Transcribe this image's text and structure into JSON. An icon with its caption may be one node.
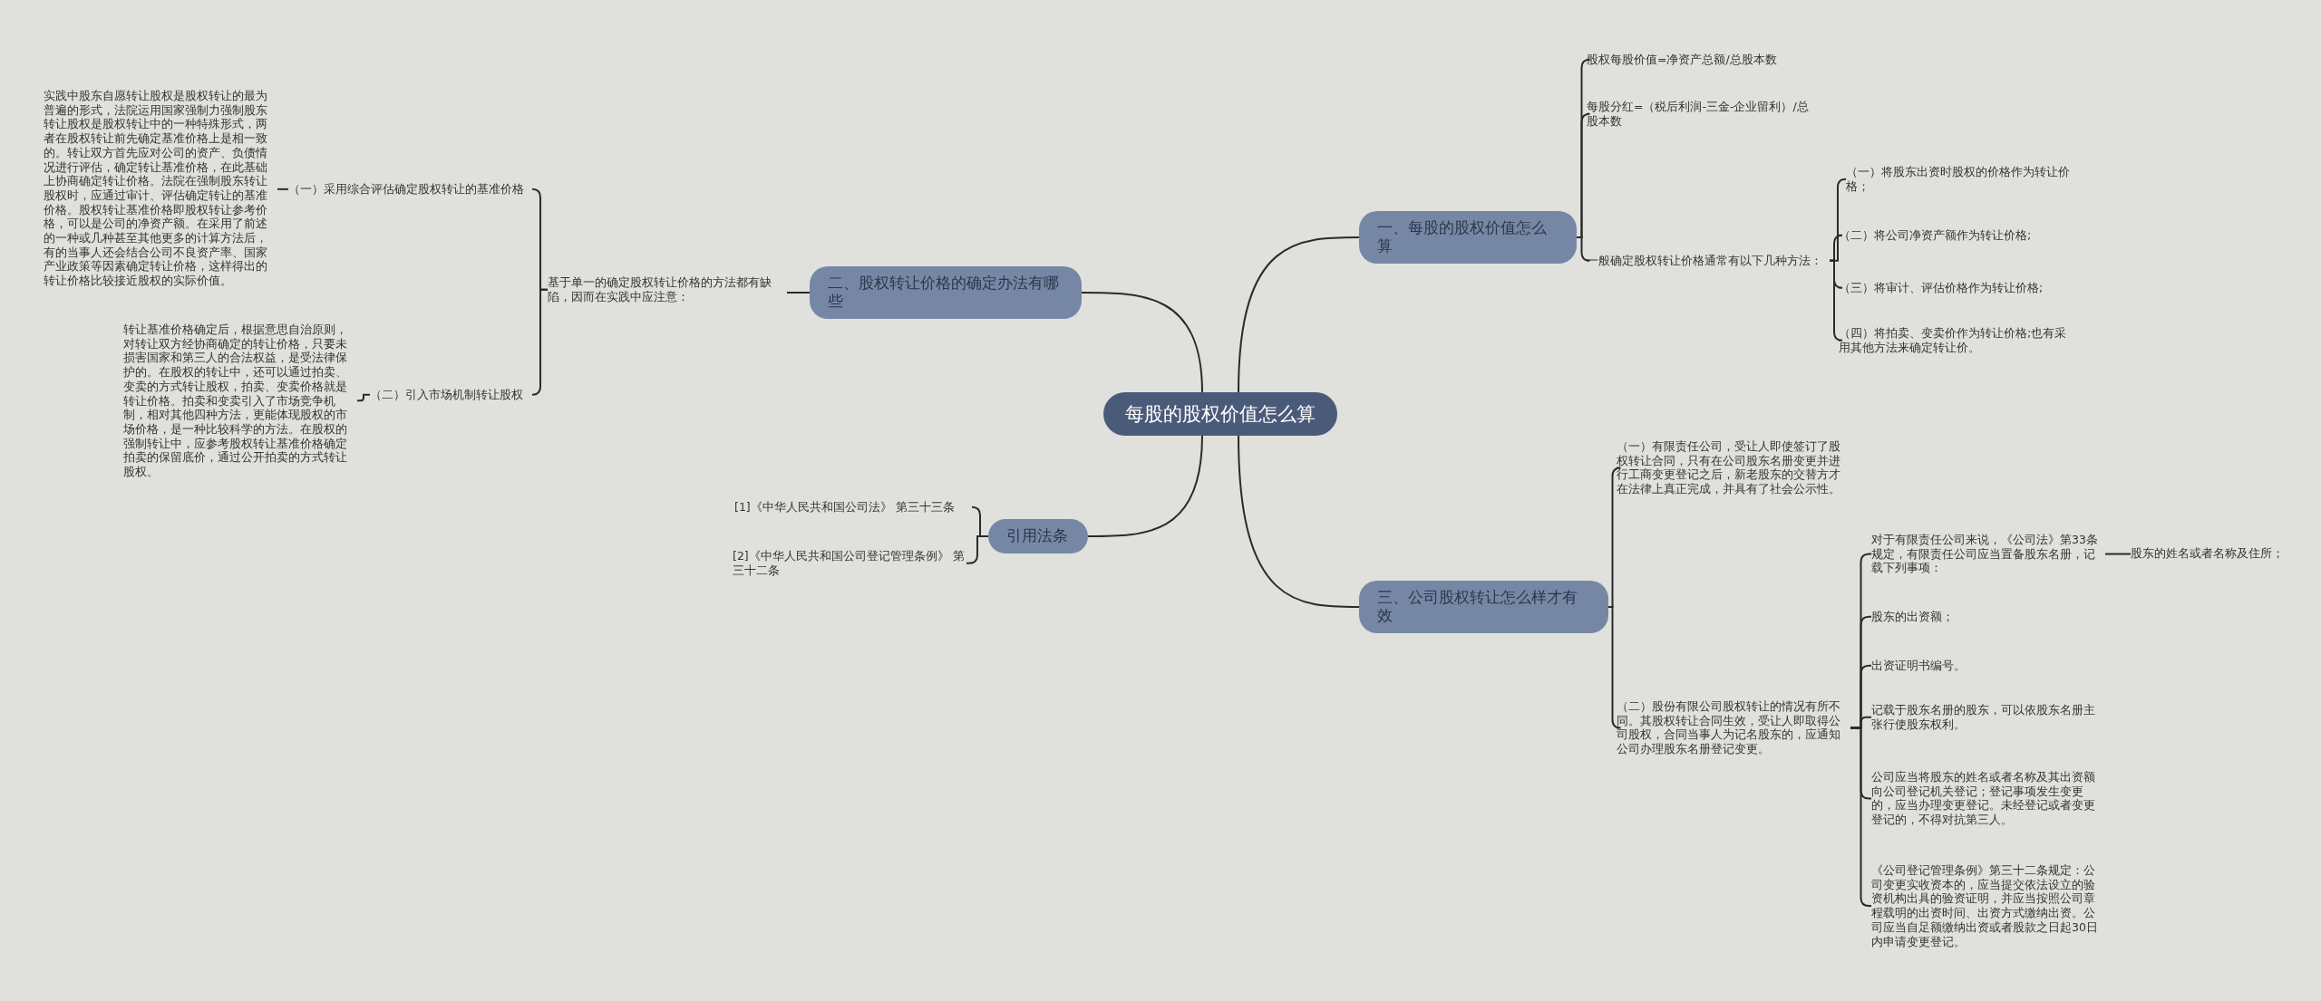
{
  "diagram": {
    "nodes": [
      {
        "text": [
          "每股的股权价值怎么算"
        ]
      },
      {
        "text": [
          "一、每股的股权价值怎么算"
        ]
      },
      {
        "text": [
          "股权每股价值=净资产总额/总股本数"
        ]
      },
      {
        "text": [
          "每股分红=（税后利润-三金-企业留利）/总股本数"
        ]
      },
      {
        "text": [
          "一般确定股权转让价格通常有以下几种方法："
        ]
      },
      {
        "text": [
          "（一）将股东出资时股权的价格作为转让价格；"
        ]
      },
      {
        "text": [
          "（二）将公司净资产额作为转让价格;"
        ]
      },
      {
        "text": [
          "（三）将审计、评估价格作为转让价格;"
        ]
      },
      {
        "text": [
          "（四）将拍卖、变卖价作为转让价格;也有采用其他方法来确定转让价。"
        ]
      },
      {
        "text": [
          "二、股权转让价格的确定办法有哪些"
        ]
      },
      {
        "text": [
          "基于单一的确定股权转让价格的方法都有缺陷，因而在实践中应注意："
        ]
      },
      {
        "text": [
          "（一）采用综合评估确定股权转让的基准价格"
        ]
      },
      {
        "text": [
          "实践中股东自愿转让股权是股权转让的最为普遍的形式，法院运用国家强制力强制股东转让股权是股权转让中的一种特殊形式，两者在股权转让前先确定基准价格上是相一致的。转让双方首先应对公司的资产、负债情况进行评估，确定转让基准价格，在此基础上协商确定转让价格。法院在强制股东转让股权时，应通过审计、评估确定转让的基准价格。股权转让基准价格即股权转让参考价格，可以是公司的净资产额。在采用了前述的一种或几种甚至其他更多的计算方法后，有的当事人还会结合公司不良资产率、国家产业政策等因素确定转让价格，这样得出的转让价格比较接近股权的实际价值。"
        ]
      },
      {
        "text": [
          "（二）引入市场机制转让股权"
        ]
      },
      {
        "text": [
          "转让基准价格确定后，根据意思自治原则，对转让双方经协商确定的转让价格，只要未损害国家和第三人的合法权益，是受法律保护的。在股权的转让中，还可以通过拍卖、变卖的方式转让股权，拍卖、变卖价格就是转让价格。拍卖和变卖引入了市场竞争机制，相对其他四种方法，更能体现股权的市场价格，是一种比较科学的方法。在股权的强制转让中，应参考股权转让基准价格确定拍卖的保留底价，通过公开拍卖的方式转让股权。"
        ]
      },
      {
        "text": [
          "引用法条"
        ]
      },
      {
        "text": [
          "[1]《中华人民共和国公司法》 第三十三条"
        ]
      },
      {
        "text": [
          "[2]《中华人民共和国公司登记管理条例》 第三十二条"
        ]
      },
      {
        "text": [
          "三、公司股权转让怎么样才有效"
        ]
      },
      {
        "text": [
          "（一）有限责任公司，受让人即使签订了股权转让合同，只有在公司股东名册变更并进行工商变更登记之后，新老股东的交替方才在法律上真正完成，并具有了社会公示性。"
        ]
      },
      {
        "text": [
          "（二）股份有限公司股权转让的情况有所不同。其股权转让合同生效，受让人即取得公司股权，合同当事人为记名股东的，应通知公司办理股东名册登记变更。"
        ]
      },
      {
        "text": [
          "对于有限责任公司来说，《公司法》第33条规定，有限责任公司应当置备股东名册，记载下列事项："
        ]
      },
      {
        "text": [
          "股东的姓名或者名称及住所；"
        ]
      },
      {
        "text": [
          "股东的出资额；"
        ]
      },
      {
        "text": [
          "出资证明书编号。"
        ]
      },
      {
        "text": [
          "记载于股东名册的股东，可以依股东名册主张行使股东权利。"
        ]
      },
      {
        "text": [
          "公司应当将股东的姓名或者名称及其出资额向公司登记机关登记；登记事项发生变更的，应当办理变更登记。未经登记或者变更登记的，不得对抗第三人。"
        ]
      },
      {
        "text": [
          "《公司登记管理条例》第三十二条规定：公司变更实收资本的，应当提交依法设立的验资机构出具的验资证明，并应当按照公司章程载明的出资时间、出资方式缴纳出资。公司应当自足额缴纳出资或者股款之日起30日内申请变更登记。"
        ]
      }
    ],
    "edges": [
      {
        "from": 0,
        "to": 1,
        "arrow": "none"
      },
      {
        "from": 1,
        "to": 2,
        "arrow": "none"
      },
      {
        "from": 1,
        "to": 3,
        "arrow": "none"
      },
      {
        "from": 1,
        "to": 4,
        "arrow": "none"
      },
      {
        "from": 4,
        "to": 5,
        "arrow": "none"
      },
      {
        "from": 4,
        "to": 6,
        "arrow": "none"
      },
      {
        "from": 4,
        "to": 7,
        "arrow": "none"
      },
      {
        "from": 4,
        "to": 8,
        "arrow": "none"
      },
      {
        "from": 0,
        "to": 9,
        "arrow": "none"
      },
      {
        "from": 9,
        "to": 10,
        "arrow": "none"
      },
      {
        "from": 10,
        "to": 11,
        "arrow": "none"
      },
      {
        "from": 11,
        "to": 12,
        "arrow": "none"
      },
      {
        "from": 10,
        "to": 13,
        "arrow": "none"
      },
      {
        "from": 13,
        "to": 14,
        "arrow": "none"
      },
      {
        "from": 0,
        "to": 15,
        "arrow": "none"
      },
      {
        "from": 15,
        "to": 16,
        "arrow": "none"
      },
      {
        "from": 15,
        "to": 17,
        "arrow": "none"
      },
      {
        "from": 0,
        "to": 18,
        "arrow": "none"
      },
      {
        "from": 18,
        "to": 19,
        "arrow": "none"
      },
      {
        "from": 18,
        "to": 20,
        "arrow": "none"
      },
      {
        "from": 20,
        "to": 21,
        "arrow": "none"
      },
      {
        "from": 21,
        "to": 22,
        "arrow": "none"
      },
      {
        "from": 20,
        "to": 23,
        "arrow": "none"
      },
      {
        "from": 20,
        "to": 24,
        "arrow": "none"
      },
      {
        "from": 20,
        "to": 25,
        "arrow": "none"
      },
      {
        "from": 20,
        "to": 26,
        "arrow": "none"
      },
      {
        "from": 20,
        "to": 27,
        "arrow": "none"
      }
    ]
  }
}
